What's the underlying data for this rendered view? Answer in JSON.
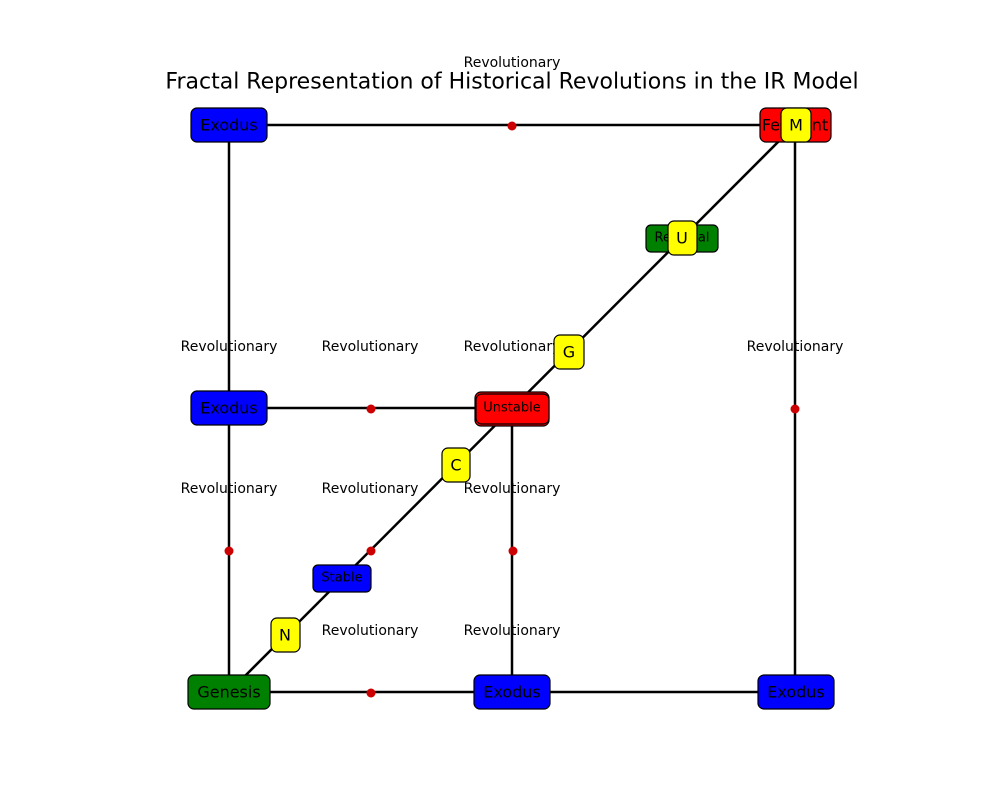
{
  "title": "Fractal Representation of Historical Revolutions in the IR Model",
  "top_label": "Revolutionary",
  "colors": {
    "edge": "#000000",
    "midpoint": "#cc0000",
    "blue": "#0000ff",
    "red": "#ff0000",
    "green": "#008000",
    "yellow": "#ffff00"
  },
  "nodes": [
    {
      "id": "n_exodus_tl",
      "label": "Exodus",
      "color": "blue"
    },
    {
      "id": "n_ferment",
      "label": "Ferment",
      "color": "red"
    },
    {
      "id": "n_renewal",
      "label": "Renewal",
      "color": "green"
    },
    {
      "id": "n_exodus_ml",
      "label": "Exodus",
      "color": "blue"
    },
    {
      "id": "n_unstable",
      "label": "Unstable",
      "color": "red"
    },
    {
      "id": "n_stable",
      "label": "Stable",
      "color": "blue"
    },
    {
      "id": "n_genesis",
      "label": "Genesis",
      "color": "green"
    },
    {
      "id": "n_exodus_bm",
      "label": "Exodus",
      "color": "blue"
    },
    {
      "id": "n_exodus_br",
      "label": "Exodus",
      "color": "blue"
    }
  ],
  "letters": [
    {
      "id": "l_m",
      "label": "M"
    },
    {
      "id": "l_u",
      "label": "U"
    },
    {
      "id": "l_g",
      "label": "G"
    },
    {
      "id": "l_c",
      "label": "C"
    },
    {
      "id": "l_n",
      "label": "N"
    }
  ],
  "edge_labels": [
    "Revolutionary",
    "Revolutionary",
    "Revolutionary",
    "Revolutionary",
    "Revolutionary",
    "Revolutionary",
    "Revolutionary",
    "Revolutionary",
    "Revolutionary"
  ]
}
